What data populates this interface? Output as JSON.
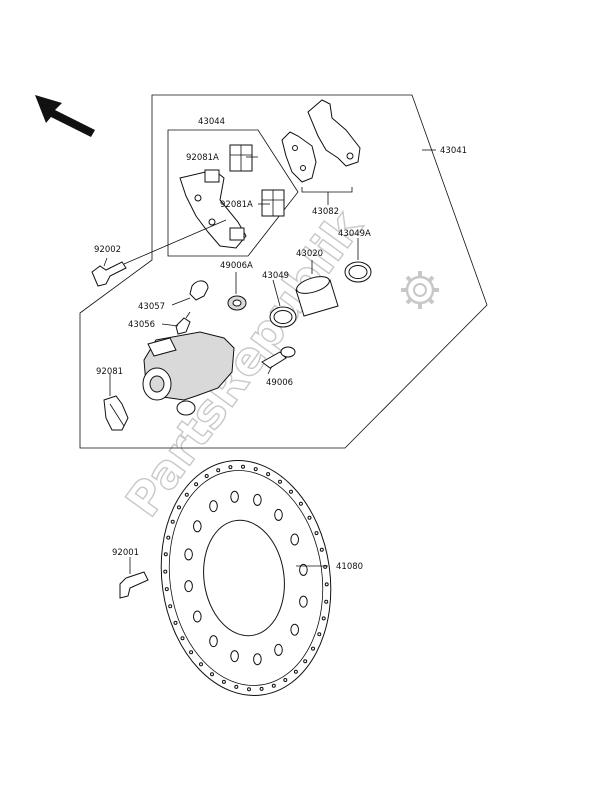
{
  "watermark": "PartsRepublik",
  "labels": {
    "l43044": "43044",
    "l92081a_top": "92081A",
    "l92081a_bottom": "92081A",
    "l43082": "43082",
    "l43041": "43041",
    "l92002": "92002",
    "l49006a": "49006A",
    "l43049": "43049",
    "l43020": "43020",
    "l43049a": "43049A",
    "l43057": "43057",
    "l43056": "43056",
    "l49006": "49006",
    "l92081": "92081",
    "l92001": "92001",
    "l41080": "41080"
  },
  "icons": {
    "direction": "arrow-up-left-icon",
    "watermark_logo": "gear-icon"
  }
}
